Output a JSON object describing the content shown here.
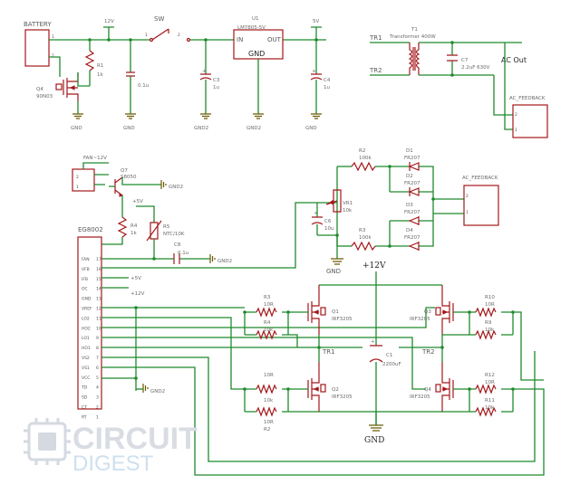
{
  "labels": {
    "battery": "BATTERY",
    "q4_name": "Q4",
    "q4_part": "90N03",
    "r1_name": "R1",
    "r1_val": "1k",
    "c1_val": "0.1u",
    "c3_name": "C3",
    "c3_val": "1u",
    "c4_name": "C4",
    "c4_val": "1u",
    "sw": "SW",
    "u1": "U1",
    "u1_part": "LM7805-5V",
    "u1_in": "IN",
    "u1_out": "OUT",
    "u1_gnd": "GND",
    "v12": "12V",
    "v5": "5V",
    "gnd": "GND",
    "gnd2": "GND2",
    "tr1": "TR1",
    "tr2": "TR2",
    "transformer": "T1",
    "transformer_part": "Transformer 400W",
    "c7_name": "C7",
    "c7_val": "2.2uF 630V",
    "ac_out": "AC Out",
    "ac_feedback": "AC_FEEDBACK",
    "fan": "FAN~12V",
    "q7_name": "Q7",
    "q7_part": "S8050",
    "r4_name": "R4",
    "r4_val": "1k",
    "r5_name": "R5",
    "r5_val": "NTC/10K",
    "c8_name": "C8",
    "c8_val": "0.1u",
    "ic": "EG8002",
    "r2": "R2",
    "r2_val": "100k",
    "r3": "R3",
    "r3_val": "100k",
    "vr1": "VR1",
    "vr1_val": "10k",
    "c6_name": "C6",
    "c6_val": "10u",
    "d1": "D1",
    "d2": "D2",
    "d3": "D3",
    "d4": "D4",
    "diode_part": "FR207",
    "plus12": "+12V",
    "gnd_big": "GND",
    "q1": "Q1",
    "q2": "Q2",
    "q3": "Q3",
    "q4b": "Q4",
    "mos_part": "IRF3205",
    "r_10r": "10R",
    "r_10k": "10k",
    "c1_bulk": "C1",
    "c1_bulk_val": "2200uF",
    "pins_left": [
      "FAN",
      "VFB",
      "IFB",
      "OC",
      "GND",
      "VREF",
      "LO2",
      "HO2",
      "LO1",
      "HO1",
      "VS2",
      "VS1",
      "VCC",
      "TD",
      "SD",
      "CT",
      "RT"
    ],
    "pins_num": [
      "17",
      "16",
      "15",
      "14",
      "13",
      "12",
      "11",
      "10",
      "9",
      "8",
      "7",
      "6",
      "5",
      "4",
      "3",
      "2",
      "1"
    ],
    "watermark1": "CIRCUIT",
    "watermark2": "DIGEST"
  }
}
